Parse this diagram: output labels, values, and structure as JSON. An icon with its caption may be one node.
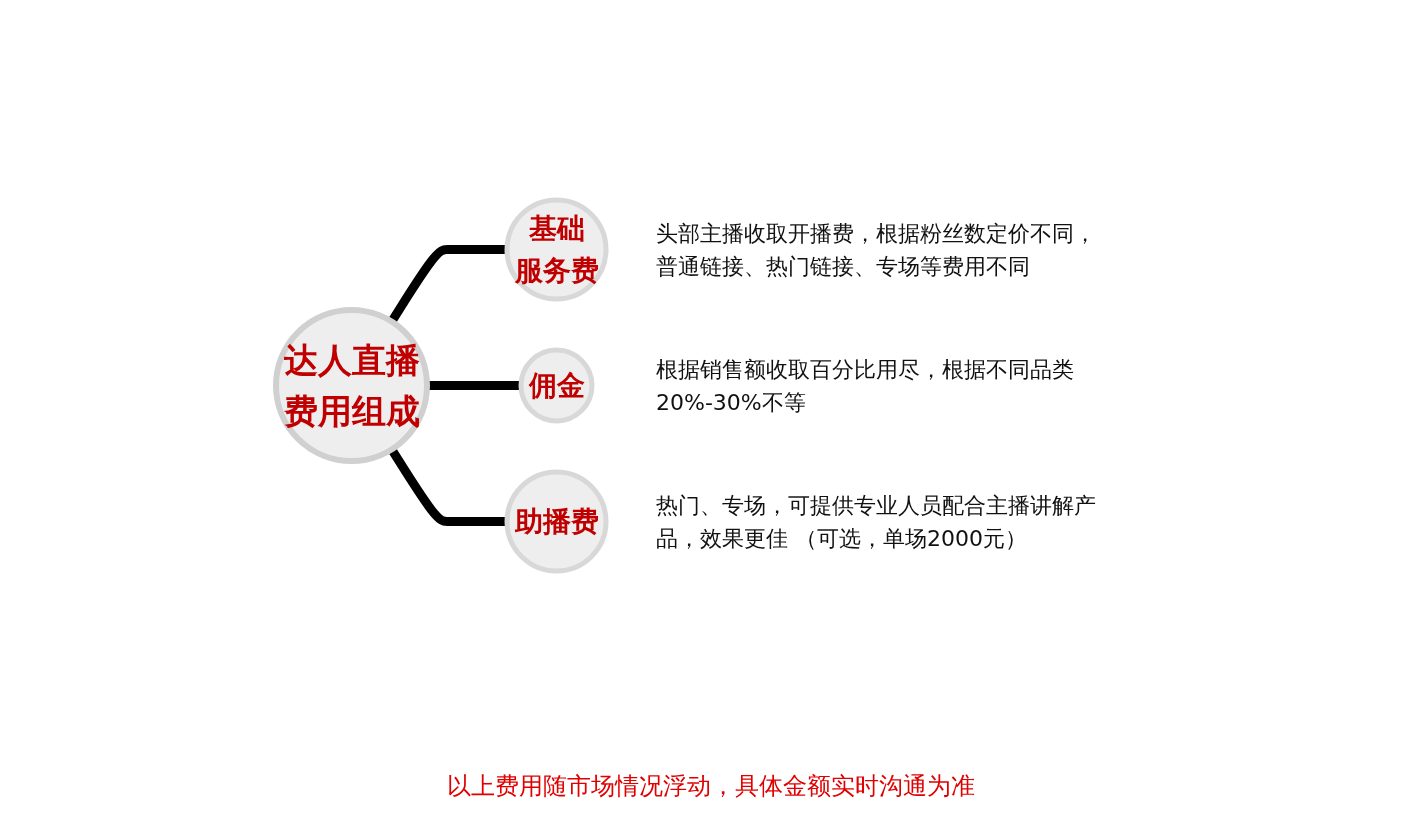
{
  "diagram": {
    "nodes": [
      {
        "text": [
          "达人直播费用组成"
        ]
      },
      {
        "text": [
          "基础服务费"
        ],
        "beside": [
          "头部主播收取开播费，根据粉丝数定价不同，普通链接、热门链接、专场等费用不同"
        ]
      },
      {
        "text": [
          "佣金"
        ],
        "beside": [
          "根据销售额收取百分比用尽，根据不同品类20%-30%不等"
        ]
      },
      {
        "text": [
          "助播费"
        ],
        "beside": [
          "热门、专场，可提供专业人员配合主播讲解产品，效果更佳 （可选，单场2000元）"
        ]
      }
    ],
    "edges": [
      {
        "from": 0,
        "to": 1,
        "arrow": "none"
      },
      {
        "from": 0,
        "to": 2,
        "arrow": "none"
      },
      {
        "from": 0,
        "to": 3,
        "arrow": "none"
      }
    ],
    "labels": [
      "以上费用随市场情况浮动，具体金额实时沟通为准"
    ]
  }
}
